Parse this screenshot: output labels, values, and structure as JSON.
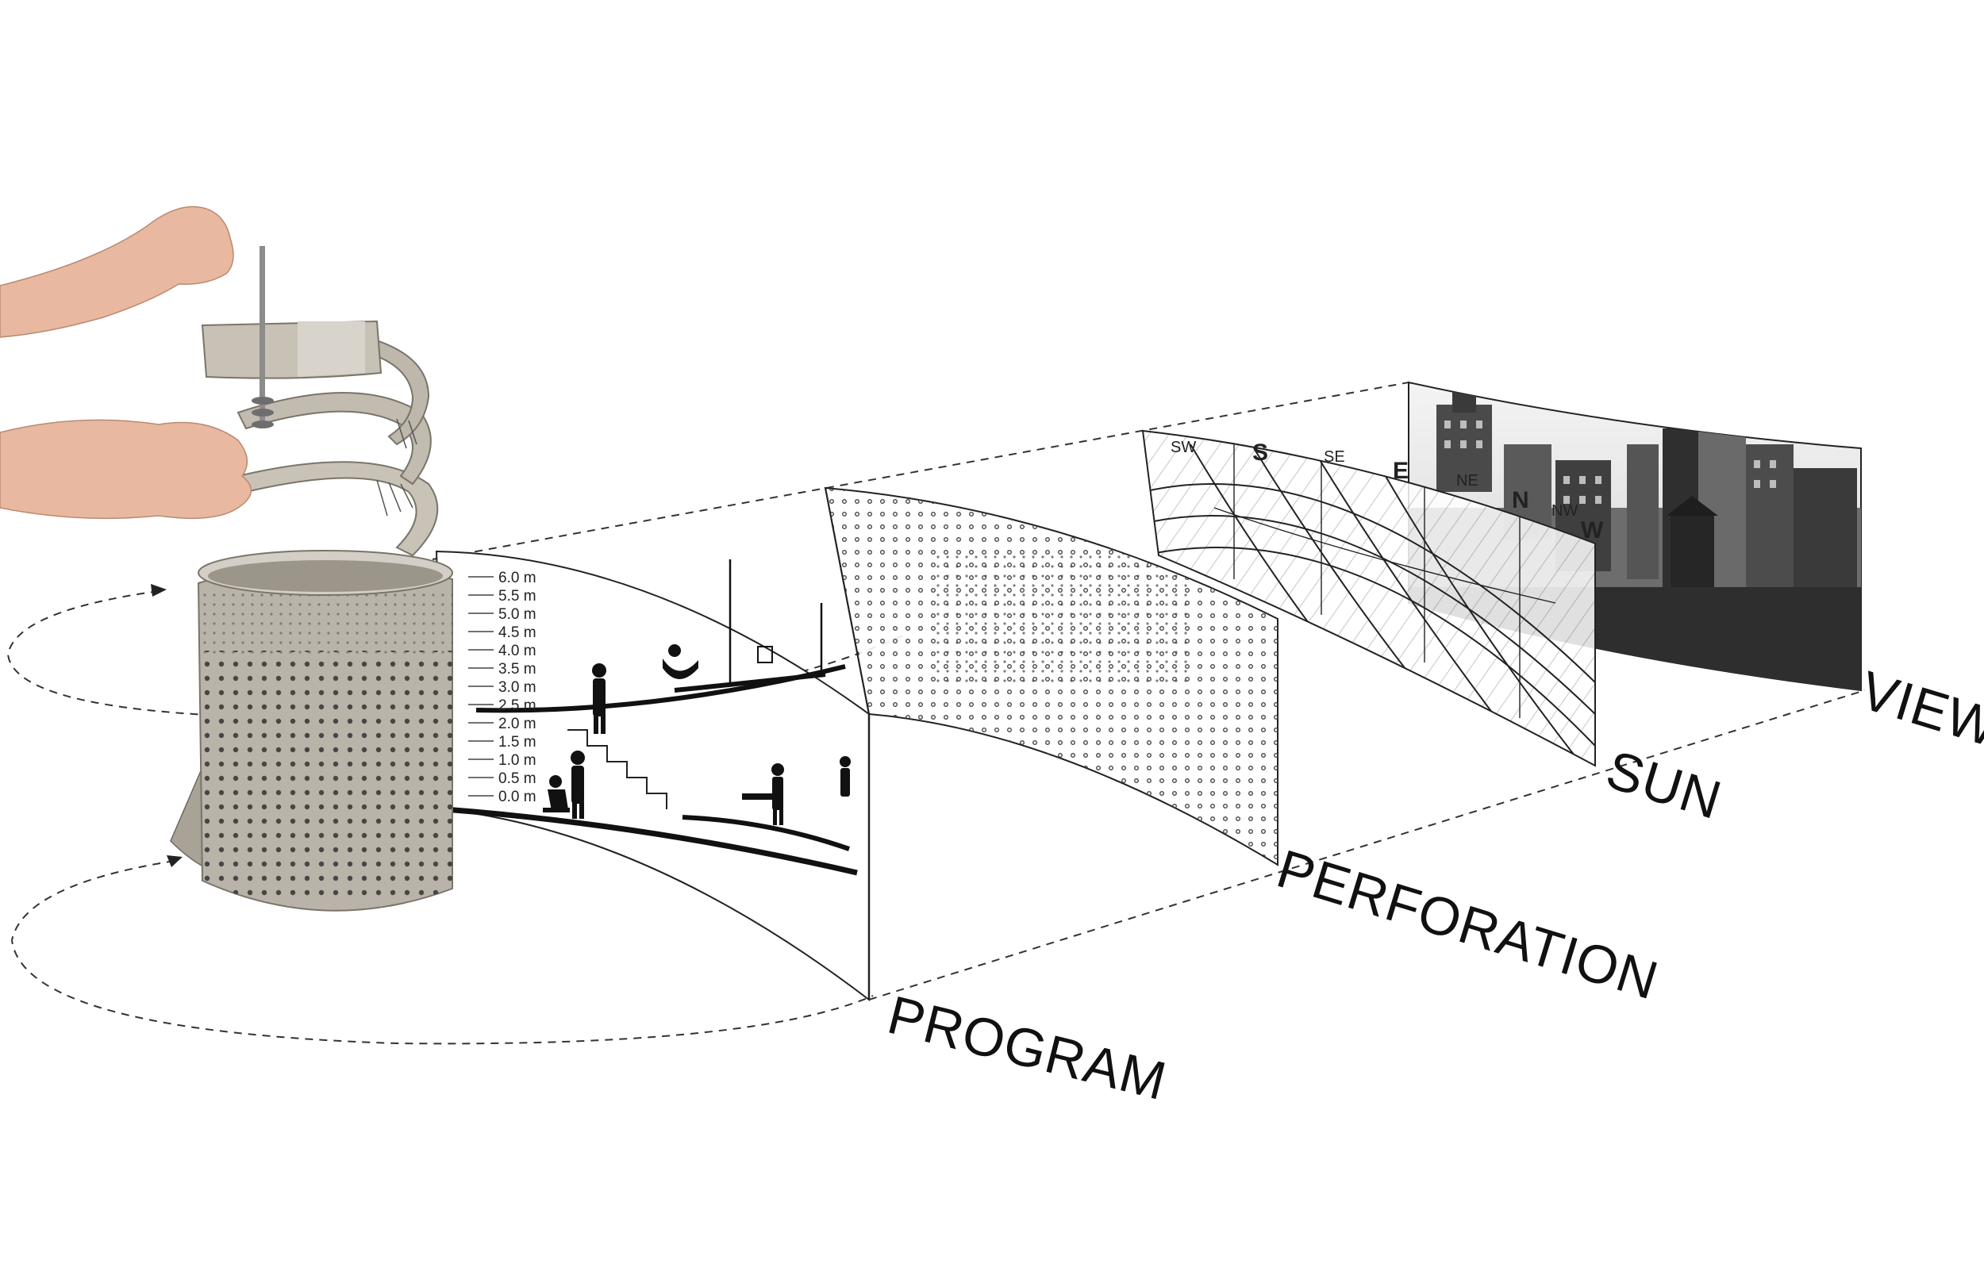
{
  "layers": [
    {
      "id": "program",
      "label": "PROGRAM"
    },
    {
      "id": "perforation",
      "label": "PERFORATION"
    },
    {
      "id": "sun",
      "label": "SUN"
    },
    {
      "id": "view",
      "label": "VIEW"
    }
  ],
  "scale": {
    "levels": [
      "6.0 m",
      "5.5 m",
      "5.0 m",
      "4.5 m",
      "4.0 m",
      "3.5 m",
      "3.0 m",
      "2.5 m",
      "2.0 m",
      "1.5 m",
      "1.0 m",
      "0.5 m",
      "0.0 m"
    ]
  },
  "sun_directions": {
    "minor": [
      "SW",
      "SE",
      "NE",
      "NW"
    ],
    "major": [
      "S",
      "E",
      "N",
      "W"
    ]
  },
  "colors": {
    "cardboard": "#b9b3a9",
    "cardboard_dark": "#8f887d",
    "line": "#222222",
    "skin": "#e8b9a0"
  }
}
